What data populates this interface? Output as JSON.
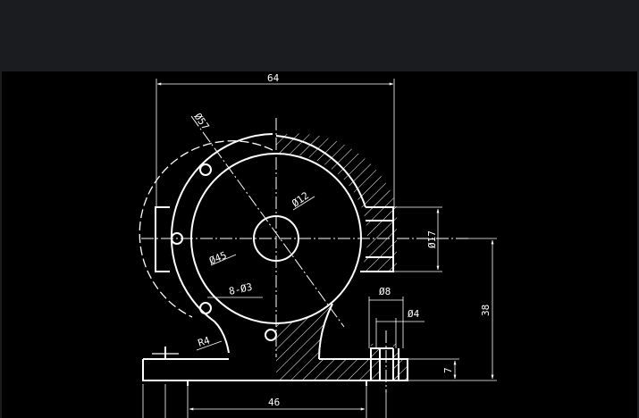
{
  "dimensions": {
    "width_64": "64",
    "dia_57": "Ø57",
    "dia_12": "Ø12",
    "dia_17": "Ø17",
    "dia_45": "Ø45",
    "holes": "8-Ø3",
    "dia_8": "Ø8",
    "dia_4": "Ø4",
    "height_38": "38",
    "radius_4": "R4",
    "height_7": "7",
    "width_46": "46"
  },
  "colors": {
    "canvas": "#000000",
    "window": "#1b1c1f",
    "lines": "#ffffff"
  }
}
